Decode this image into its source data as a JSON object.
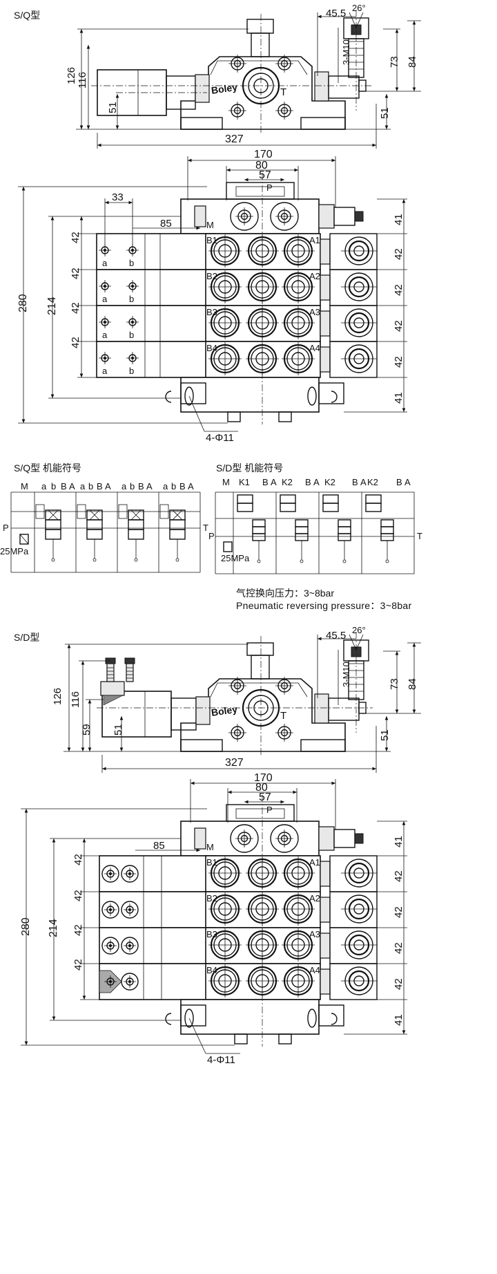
{
  "section_headers": {
    "sq": "S/Q型",
    "sq_symbol": "S/Q型 机能符号",
    "sd_symbol": "S/D型 机能符号",
    "sd": "S/D型"
  },
  "brand": "Boley",
  "pneumatic_note": {
    "cn": "气控换向压力：3~8bar",
    "en": "Pneumatic reversing pressure：3~8bar"
  },
  "dims_front": {
    "d126": "126",
    "d116": "116",
    "d51a": "51",
    "d51b": "51",
    "d327": "327",
    "d45": "45.5",
    "d26": "26°",
    "m10": "3-M10",
    "d73": "73",
    "d84": "84",
    "d59": "59"
  },
  "dims_top": {
    "d170": "170",
    "d80": "80",
    "d57": "57",
    "d33": "33",
    "d85": "85",
    "d280": "280",
    "d214": "214",
    "d42": "42",
    "d41": "41",
    "phi": "4-Φ11"
  },
  "port_labels": {
    "P": "P",
    "T": "T",
    "M": "M",
    "B1": "B1",
    "B2": "B2",
    "B3": "B3",
    "B4": "B4",
    "A1": "A1",
    "A2": "A2",
    "A3": "A3",
    "A4": "A4",
    "a": "a",
    "b": "b"
  },
  "schematic_labels": {
    "M": "M",
    "P": "P",
    "T": "T",
    "pressure": "25MPa",
    "K1": "K1",
    "K2": "K2",
    "a": "a",
    "b": "b",
    "B": "B",
    "A": "A"
  }
}
